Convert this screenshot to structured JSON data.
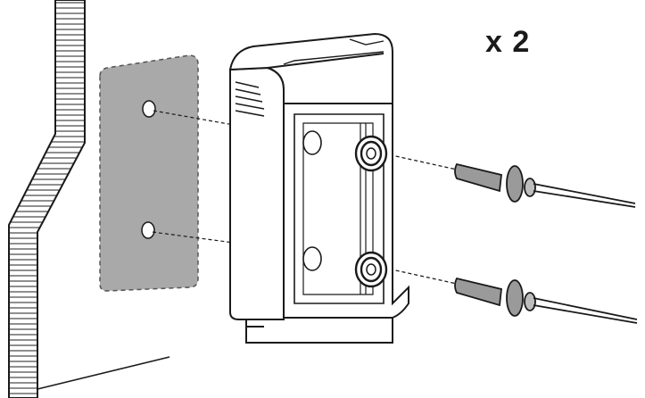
{
  "quantity_label": "x 2",
  "colors": {
    "line": "#1a1a1a",
    "plate_fill": "#a9a9a9",
    "hatch": "#333333",
    "housing_fill": "#ffffff",
    "rivet_fill": "#9a9a9a"
  },
  "parts": [
    "wall-section",
    "mounting-plate",
    "housing",
    "rivet",
    "rivet"
  ]
}
